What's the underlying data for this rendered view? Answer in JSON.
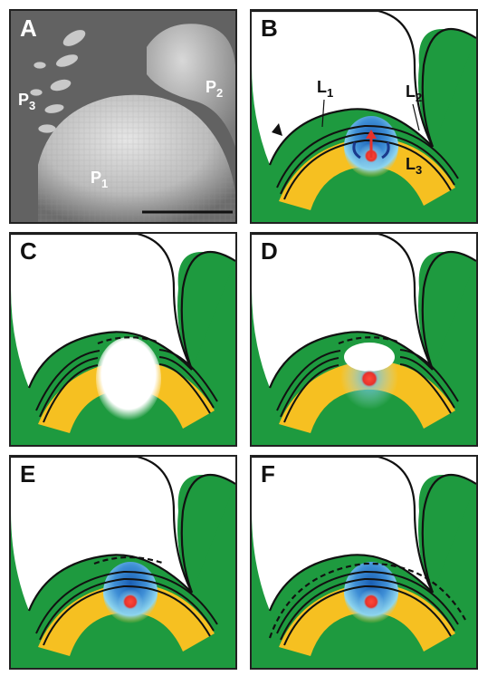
{
  "figure": {
    "panels": [
      {
        "id": "A",
        "label": "A",
        "kind": "micrograph",
        "primordia": [
          {
            "main": "P",
            "sub": "3"
          },
          {
            "main": "P",
            "sub": "2"
          },
          {
            "main": "P",
            "sub": "1"
          }
        ],
        "has_scale_bar": true
      },
      {
        "id": "B",
        "label": "B",
        "kind": "schematic",
        "layers": [
          {
            "main": "L",
            "sub": "1"
          },
          {
            "main": "L",
            "sub": "2"
          },
          {
            "main": "L",
            "sub": "3"
          }
        ],
        "has_arrowhead": true,
        "has_red_arrow": true,
        "has_curved_arrows": true
      },
      {
        "id": "C",
        "label": "C",
        "kind": "schematic",
        "central_zone": "absent"
      },
      {
        "id": "D",
        "label": "D",
        "kind": "schematic",
        "central_zone": "partial"
      },
      {
        "id": "E",
        "label": "E",
        "kind": "schematic",
        "central_zone": "restored"
      },
      {
        "id": "F",
        "label": "F",
        "kind": "schematic",
        "central_zone": "restored_expanded"
      }
    ],
    "colors": {
      "green": "#1e9a3f",
      "yellow": "#f6c021",
      "blue_dark": "#1a5fb4",
      "blue_light": "#7fd0ec",
      "red": "#e6322b",
      "outline": "#111111",
      "micrograph_gray": "#8a8a8a"
    }
  }
}
